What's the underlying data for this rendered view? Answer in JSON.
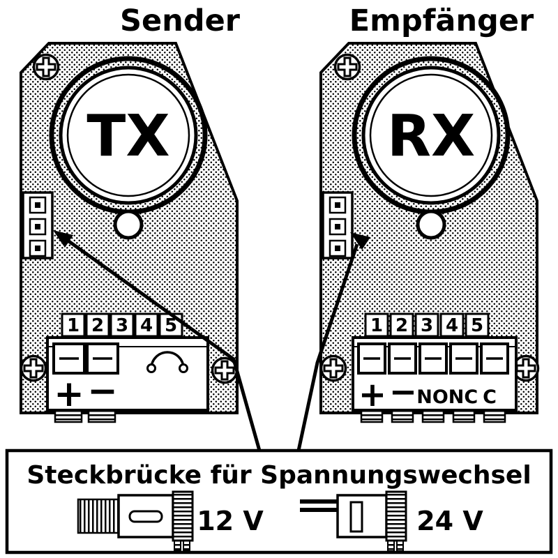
{
  "titles": {
    "sender": "Sender",
    "receiver": "Empfänger"
  },
  "sender_board": {
    "lens_label": "TX",
    "terminal_numbers": [
      "1",
      "2",
      "3",
      "4",
      "5"
    ],
    "terminal_labels": {
      "plus": "+",
      "minus": "−"
    }
  },
  "receiver_board": {
    "lens_label": "RX",
    "terminal_numbers": [
      "1",
      "2",
      "3",
      "4",
      "5"
    ],
    "terminal_labels": {
      "plus": "+",
      "minus": "−",
      "no": "NO",
      "nc": "NC",
      "c": "C"
    }
  },
  "legend": {
    "title": "Steckbrücke für Spannungswechsel",
    "option_12v": "12 V",
    "option_24v": "24 V"
  },
  "colors": {
    "ink": "#000000",
    "paper": "#ffffff"
  }
}
